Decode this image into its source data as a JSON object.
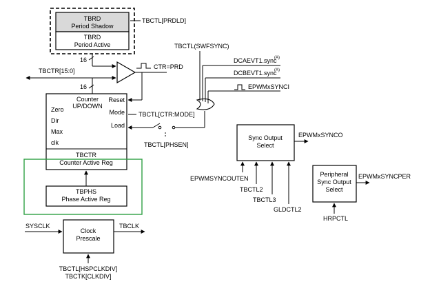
{
  "tbrd": {
    "shadow_line1": "TBRD",
    "shadow_line2": "Period Shadow",
    "active_line1": "TBRD",
    "active_line2": "Period Active",
    "prdld_label": "TBCTL[PRDLD]"
  },
  "signals": {
    "bus16_top": "16",
    "bus16_bottom": "16",
    "tbctr_bus": "TBCTR[15:0]",
    "ctr_prd": "CTR=PRD",
    "swfsync": "TBCTL(SWFSYNC)",
    "dcaevt1": "DCAEVT1.sync",
    "dcbevt1": "DCBEVT1.sync",
    "superscript_a": "(A)",
    "epwmxsynci": "EPWMxSYNCI",
    "ctrmode": "TBCTL[CTR:MODE]",
    "phsen": "TBCTL[PHSEN]"
  },
  "counter": {
    "title_line1": "Counter",
    "title_line2": "UP/DOWN",
    "port_zero": "Zero",
    "port_dir": "Dir",
    "port_max": "Max",
    "port_clk": "clk",
    "port_reset": "Reset",
    "port_mode": "Mode",
    "port_load": "Load",
    "tbctr_line1": "TBCTR",
    "tbctr_line2": "Counter Active Reg"
  },
  "tbphs": {
    "line1": "TBPHS",
    "line2": "Phase Active Reg"
  },
  "clock": {
    "sysclk": "SYSCLK",
    "line1": "Clock",
    "line2": "Prescale",
    "tbclk": "TBCLK",
    "ctrl_line1": "TBCTL[HSPCLKDIV]",
    "ctrl_line2": "TBCTK[CLKDIV]"
  },
  "sync_out": {
    "line1": "Sync Output",
    "line2": "Select",
    "output": "EPWMxSYNCO",
    "in1": "EPWMSYNCOUTEN",
    "in2": "TBCTL2",
    "in3": "TBCTL3",
    "in4": "GLDCTL2"
  },
  "periph_sync": {
    "line1": "Peripheral",
    "line2": "Sync Output",
    "line3": "Select",
    "output": "EPWMxSYNCPER",
    "input": "HRPCTL"
  },
  "colors": {
    "highlight_box": "#2ea043",
    "shadow_fill": "#d9d9d9"
  }
}
